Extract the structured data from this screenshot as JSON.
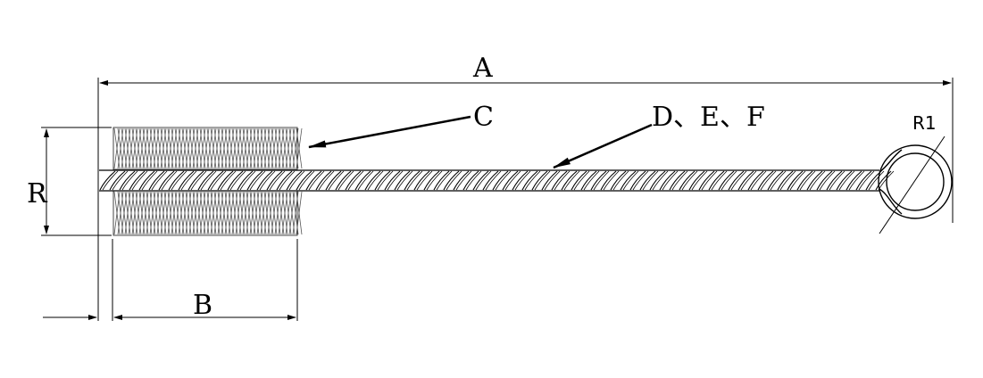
{
  "labels": {
    "overall_length": "A",
    "brush_length": "B",
    "brush_callout": "C",
    "wire_callout": "D、E、F",
    "brush_diameter": "R",
    "loop_radius": "R1"
  },
  "colors": {
    "ink": "#000000",
    "bristle": "#555555",
    "wire_fill": "#ffffff",
    "background": "#ffffff"
  }
}
